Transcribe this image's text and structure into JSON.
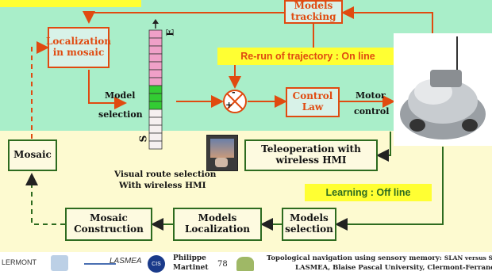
{
  "title_strip_label": "",
  "boxes": {
    "models_tracking": "Models tracking",
    "localization_in_mosaic": "Localization in mosaic",
    "control_law": "Control Law",
    "mosaic": "Mosaic",
    "teleoperation": "Teleoperation with wireless HMI",
    "mosaic_construction": "Mosaic Construction",
    "models_localization": "Models Localization",
    "models_selection": "Models selection"
  },
  "labels": {
    "model_selection_top": "Model",
    "model_selection_bottom": "selection",
    "motor_control_top": "Motor",
    "motor_control_bottom": "control",
    "e_marker": "E",
    "s_marker": "S",
    "minus_sign": "-",
    "plus_sign": "+",
    "visual_route_line1": "Visual route selection",
    "visual_route_line2": "With wireless HMI"
  },
  "banners": {
    "online": "Re-run of trajectory : On line",
    "offline": "Learning : Off line"
  },
  "footer": {
    "author_first": "Philippe",
    "author_last": "Martinet",
    "page_number": "78",
    "title_line1_main": "Topological navigation using sensory memory:",
    "title_line1_small": "SLAN versus SL",
    "title_line2": "LASMEA, Blaise Pascal University, Clermont-Ferrand",
    "logo_left_text": "LERMONT",
    "logo_lasmea_text": "LASMEA"
  },
  "colors": {
    "online_zone": "#a9eec9",
    "offline_zone": "#fdfad0",
    "red_accent": "#e04a10",
    "green_border": "#2d6b1f",
    "banner_yellow": "#ffff33"
  }
}
